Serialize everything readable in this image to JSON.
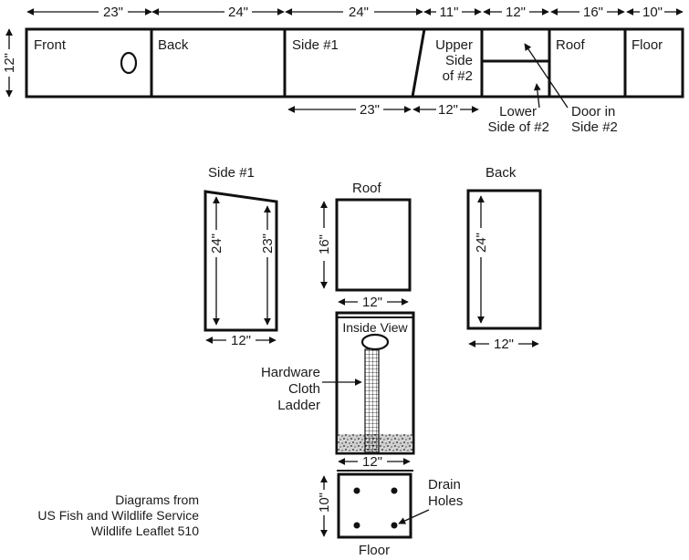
{
  "cut_layout": {
    "height_dim": "12\"",
    "top_dims": [
      "23\"",
      "24\"",
      "24\"",
      "11\"",
      "12\"",
      "16\"",
      "10\""
    ],
    "bottom_dims": [
      "23\"",
      "12\""
    ],
    "panels": {
      "front": "Front",
      "back": "Back",
      "side1": "Side #1",
      "upper_side2": [
        "Upper",
        "Side",
        "of #2"
      ],
      "roof": "Roof",
      "floor": "Floor"
    },
    "callouts": {
      "lower_side2": [
        "Lower",
        "Side of #2"
      ],
      "door": [
        "Door in",
        "Side #2"
      ]
    }
  },
  "side1_view": {
    "title": "Side #1",
    "left_height": "24\"",
    "right_height": "23\"",
    "width": "12\""
  },
  "roof_view": {
    "title": "Roof",
    "height": "16\"",
    "width": "12\""
  },
  "back_view": {
    "title": "Back",
    "height": "24\"",
    "width": "12\""
  },
  "inside_view": {
    "title": "Inside View",
    "ladder_label": [
      "Hardware",
      "Cloth",
      "Ladder"
    ],
    "width": "12\""
  },
  "floor_view": {
    "title": "Floor",
    "height": "10\"",
    "width": "12\"",
    "drain_label": [
      "Drain",
      "Holes"
    ]
  },
  "credit": [
    "Diagrams from",
    "US Fish and Wildlife Service",
    "Wildlife Leaflet 510"
  ]
}
